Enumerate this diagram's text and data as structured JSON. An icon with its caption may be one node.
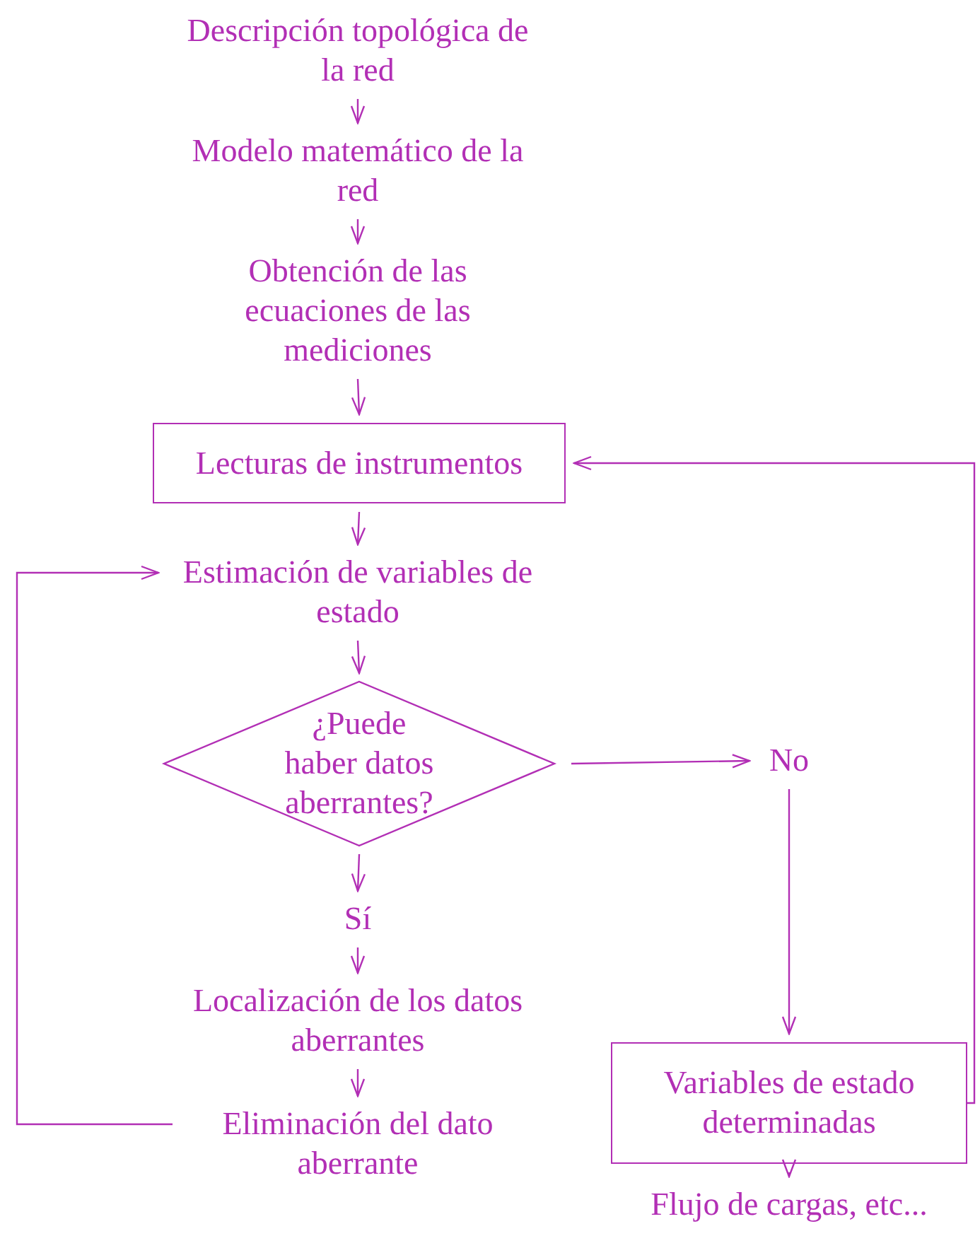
{
  "diagram": {
    "nodes": [
      {
        "text": [
          "Descripción topológica de la red"
        ]
      },
      {
        "text": [
          "Modelo matemático de la red"
        ]
      },
      {
        "text": [
          "Obtención de las ecuaciones de las mediciones"
        ]
      },
      {
        "text": [
          "Lecturas de instrumentos"
        ]
      },
      {
        "text": [
          "Estimación de variables de estado"
        ]
      },
      {
        "text": [
          "¿Puede haber datos aberrantes?"
        ]
      },
      {
        "text": [
          "Sí"
        ]
      },
      {
        "text": [
          "Localización de los datos aberrantes"
        ]
      },
      {
        "text": [
          "Eliminación del dato aberrante"
        ]
      },
      {
        "text": [
          "No"
        ]
      },
      {
        "text": [
          "Variables de estado determinadas"
        ]
      },
      {
        "text": [
          "Flujo de cargas, etc..."
        ]
      }
    ],
    "edges": [
      {
        "from": 0,
        "to": 1,
        "arrow": "to"
      },
      {
        "from": 1,
        "to": 2,
        "arrow": "to"
      },
      {
        "from": 2,
        "to": 3,
        "arrow": "to"
      },
      {
        "from": 3,
        "to": 4,
        "arrow": "to"
      },
      {
        "from": 4,
        "to": 5,
        "arrow": "to"
      },
      {
        "from": 5,
        "to": 6,
        "arrow": "to"
      },
      {
        "from": 6,
        "to": 7,
        "arrow": "to"
      },
      {
        "from": 7,
        "to": 8,
        "arrow": "to"
      },
      {
        "from": 8,
        "to": 4,
        "arrow": "to"
      },
      {
        "from": 5,
        "to": 9,
        "arrow": "to"
      },
      {
        "from": 9,
        "to": 10,
        "arrow": "to"
      },
      {
        "from": 10,
        "to": 11,
        "arrow": "to"
      },
      {
        "from": 10,
        "to": 3,
        "arrow": "to"
      }
    ]
  }
}
